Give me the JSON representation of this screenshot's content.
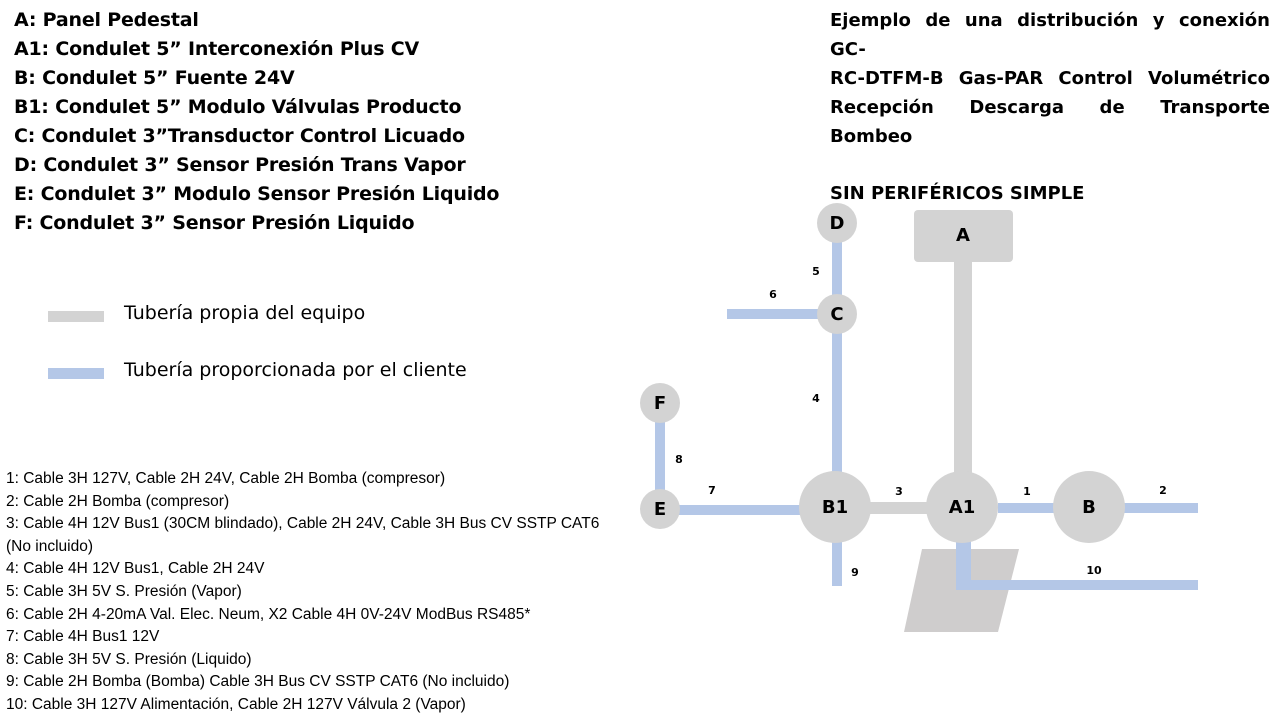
{
  "components": [
    "A: Panel Pedestal",
    "A1: Condulet 5” Interconexión Plus CV",
    "B: Condulet 5” Fuente 24V",
    "B1: Condulet 5” Modulo Válvulas Producto",
    "C: Condulet 3”Transductor Control Licuado",
    "D: Condulet 3” Sensor Presión Trans Vapor",
    "E: Condulet 3” Modulo Sensor Presión Liquido",
    "F: Condulet 3” Sensor Presión Liquido"
  ],
  "title": {
    "lines": [
      "Ejemplo de una distribución y conexión GC-",
      "RC-DTFM-B Gas-PAR Control Volumétrico",
      "Recepción Descarga de Transporte Bombeo"
    ],
    "subtitle": "SIN PERIFÉRICOS SIMPLE"
  },
  "pipe_key": [
    {
      "label": "Tubería propia del equipo",
      "color": "#d3d3d3"
    },
    {
      "label": "Tubería proporcionada por el cliente",
      "color": "#b4c7e7"
    }
  ],
  "cables": [
    "1: Cable 3H 127V, Cable 2H 24V, Cable 2H Bomba (compresor)",
    "2: Cable 2H Bomba (compresor)",
    "3: Cable 4H 12V Bus1 (30CM blindado), Cable 2H 24V, Cable 3H Bus CV SSTP CAT6 (No incluido)",
    "4: Cable 4H 12V Bus1, Cable 2H 24V",
    "5: Cable 3H 5V S. Presión (Vapor)",
    "6: Cable 2H 4-20mA Val. Elec. Neum, X2 Cable 4H 0V-24V ModBus RS485*",
    "7: Cable 4H Bus1 12V",
    "8: Cable 3H 5V S. Presión (Liquido)",
    "9:  Cable 2H Bomba (Bomba) Cable 3H Bus CV SSTP CAT6 (No incluido)",
    "10: Cable 3H 127V Alimentación, Cable 2H 127V Válvula 2 (Vapor)"
  ],
  "diagram": {
    "nodes": {
      "A": "A",
      "A1": "A1",
      "B": "B",
      "B1": "B1",
      "C": "C",
      "D": "D",
      "E": "E",
      "F": "F"
    },
    "segments": {
      "s1": "1",
      "s2": "2",
      "s3": "3",
      "s4": "4",
      "s5": "5",
      "s6": "6",
      "s7": "7",
      "s8": "8",
      "s9": "9",
      "s10": "10"
    }
  }
}
